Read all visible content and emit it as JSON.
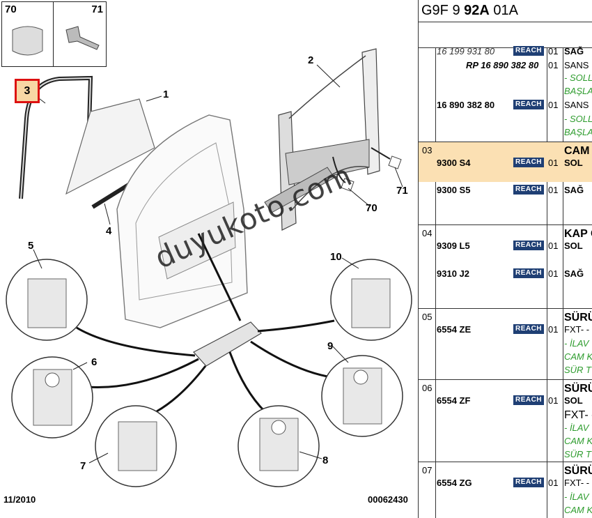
{
  "diagram": {
    "thumbs": [
      {
        "num": "70"
      },
      {
        "num": "71"
      }
    ],
    "callouts": [
      "1",
      "2",
      "3",
      "4",
      "5",
      "6",
      "7",
      "8",
      "9",
      "10",
      "70",
      "71"
    ],
    "watermark": "duyukoto.com",
    "footer_left": "11/2010",
    "footer_right": "00062430",
    "highlight_color": "#d11111"
  },
  "panel": {
    "title_prefix": "G9F 9 ",
    "title_bold": "92A",
    "title_suffix": " 01A",
    "reach_label": "REACH",
    "note_color": "#2e9c2e",
    "highlight_bg": "#fbe0b3",
    "top": {
      "row1": {
        "ref": "16 199 931 80",
        "qty": "01",
        "desc": "SAĞ"
      },
      "row2": {
        "ref": "RP 16 890 382 80",
        "qty": "01",
        "desc": "SANS",
        "note1": "- SOLL",
        "note2": "BAŞLA"
      },
      "row3": {
        "ref": "16 890 382 80",
        "qty": "01",
        "desc": "SANS",
        "note1": "- SOLL",
        "note2": "BAŞLA"
      }
    },
    "groups": [
      {
        "num": "03",
        "title": "CAM C",
        "rows": [
          {
            "ref": "9300 S4",
            "qty": "01",
            "desc": "SOL"
          },
          {
            "ref": "9300 S5",
            "qty": "01",
            "desc": "SAĞ"
          }
        ]
      },
      {
        "num": "04",
        "title": "KAP C",
        "rows": [
          {
            "ref": "9309 L5",
            "qty": "01",
            "desc": "SOL"
          },
          {
            "ref": "9310 J2",
            "qty": "01",
            "desc": "SAĞ"
          }
        ]
      },
      {
        "num": "05",
        "title": "SÜRÜC",
        "rows": [
          {
            "ref": "6554 ZE",
            "qty": "01",
            "desc": "FXT- -"
          }
        ],
        "notes": [
          "- İLAV",
          "CAM K",
          "SÜR T"
        ]
      },
      {
        "num": "06",
        "title": "SÜRÜC",
        "rows": [
          {
            "ref": "6554 ZF",
            "qty": "01",
            "desc": "SOL"
          }
        ],
        "extra": "FXT- -",
        "notes": [
          "- İLAV",
          "CAM K",
          "SÜR T"
        ]
      },
      {
        "num": "07",
        "title": "SÜRÜC",
        "rows": [
          {
            "ref": "6554 ZG",
            "qty": "01",
            "desc": "FXT- -"
          }
        ],
        "notes": [
          "- İLAV",
          "CAM K"
        ]
      }
    ]
  }
}
